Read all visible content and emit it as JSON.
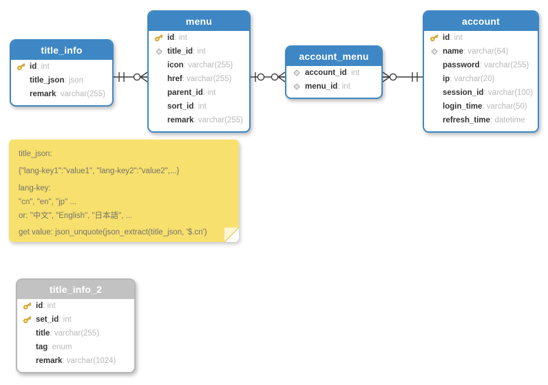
{
  "diagram_type": "entity-relationship",
  "tables": [
    {
      "name": "title_info",
      "theme": "blue",
      "fields": [
        {
          "key": "primary",
          "name": "id",
          "type": "int"
        },
        {
          "key": "none",
          "name": "title_json",
          "type": "json"
        },
        {
          "key": "none",
          "name": "remark",
          "type": "varchar(255)"
        }
      ]
    },
    {
      "name": "menu",
      "theme": "blue",
      "fields": [
        {
          "key": "primary",
          "name": "id",
          "type": "int"
        },
        {
          "key": "index",
          "name": "title_id",
          "type": "int"
        },
        {
          "key": "none",
          "name": "icon",
          "type": "varchar(255)"
        },
        {
          "key": "none",
          "name": "href",
          "type": "varchar(255)"
        },
        {
          "key": "none",
          "name": "parent_id",
          "type": "int"
        },
        {
          "key": "none",
          "name": "sort_id",
          "type": "int"
        },
        {
          "key": "none",
          "name": "remark",
          "type": "varchar(255)"
        }
      ]
    },
    {
      "name": "account_menu",
      "theme": "blue",
      "fields": [
        {
          "key": "index",
          "name": "account_id",
          "type": "int"
        },
        {
          "key": "index",
          "name": "menu_id",
          "type": "int"
        }
      ]
    },
    {
      "name": "account",
      "theme": "blue",
      "fields": [
        {
          "key": "primary",
          "name": "id",
          "type": "int"
        },
        {
          "key": "index",
          "name": "name",
          "type": "varchar(64)"
        },
        {
          "key": "none",
          "name": "password",
          "type": "varchar(255)"
        },
        {
          "key": "none",
          "name": "ip",
          "type": "varchar(20)"
        },
        {
          "key": "none",
          "name": "session_id",
          "type": "varchar(100)"
        },
        {
          "key": "none",
          "name": "login_time",
          "type": "varchar(50)"
        },
        {
          "key": "none",
          "name": "refresh_time",
          "type": "datetime"
        }
      ]
    },
    {
      "name": "title_info_2",
      "theme": "gray",
      "fields": [
        {
          "key": "primary",
          "name": "id",
          "type": "int"
        },
        {
          "key": "primary",
          "name": "set_id",
          "type": "int"
        },
        {
          "key": "none",
          "name": "title",
          "type": "varchar(255)"
        },
        {
          "key": "none",
          "name": "tag",
          "type": "enum"
        },
        {
          "key": "none",
          "name": "remark",
          "type": "varchar(1024)"
        }
      ]
    }
  ],
  "relationships": [
    {
      "from": "title_info",
      "to": "menu",
      "from_cardinality": "exactly-one",
      "to_cardinality": "zero-or-many"
    },
    {
      "from": "menu",
      "to": "account_menu",
      "from_cardinality": "zero-or-one",
      "to_cardinality": "zero-or-many"
    },
    {
      "from": "account_menu",
      "to": "account",
      "from_cardinality": "zero-or-many",
      "to_cardinality": "exactly-one"
    }
  ],
  "note": {
    "lines": [
      "title_json:",
      "{\"lang-key1\":\"value1\", \"lang-key2\":\"value2\",...}",
      "lang-key:",
      "\"cn\", \"en\", \"jp\" ...",
      "or: \"中文\", \"English\", \"日本語\", ...",
      "get value: json_unquote(json_extract(title_json, '$.cn')"
    ]
  },
  "colors": {
    "table_blue": "#3e87c4",
    "table_gray_header": "#c2c2c2",
    "field_name": "#333333",
    "field_type": "#b8b8b8",
    "note_bg": "#f8e06e",
    "note_text": "#73736a",
    "connector": "#3c3c3c",
    "key_icon": "#f3c63e",
    "index_icon": "#e4e4e4"
  }
}
